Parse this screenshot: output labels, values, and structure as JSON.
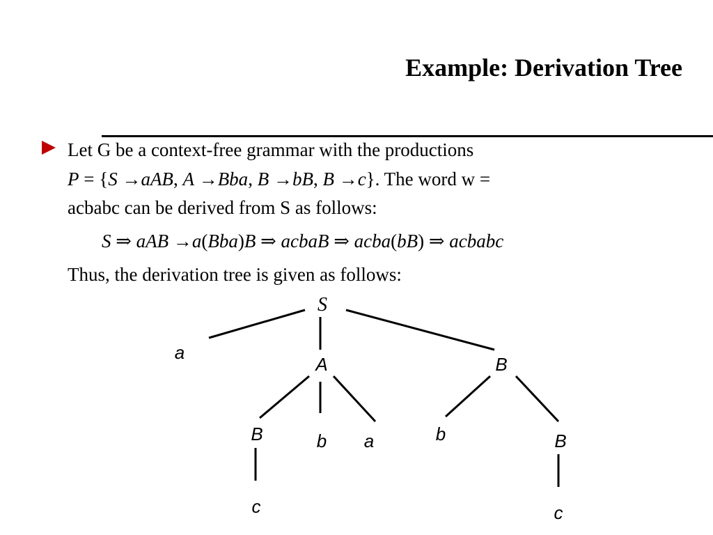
{
  "slide": {
    "title": "Example: Derivation Tree",
    "bullet_color": "#c00000",
    "intro": "Let G be a context-free grammar with the productions",
    "productions": {
      "p": "P",
      "eq_open": " = {",
      "r1_lhs": "S",
      "arrow": " →",
      "r1_rhs": "aAB",
      "comma": ", ",
      "r2_lhs": "A",
      "r2_rhs": "Bba",
      "r3_lhs": "B",
      "r3_rhs": "bB",
      "r4_lhs": "B",
      "r4_rhs": "c",
      "close": "}",
      "tail": ". The word w ="
    },
    "word_line": "acbabc can be derived from S as follows:",
    "derivation": {
      "s": "S",
      "d1": " ⇒ ",
      "t1": "aAB",
      "a1": " →",
      "t2a": "a",
      "t2b": "(",
      "t2c": "Bba",
      "t2d": ")",
      "t2e": "B",
      "d2": " ⇒ ",
      "t3": "acbaB",
      "d3": " ⇒ ",
      "t4a": "acba",
      "t4b": "(",
      "t4c": "bB",
      "t4d": ")",
      "d4": " ⇒ ",
      "t5": "acbabc"
    },
    "conclusion": "Thus, the derivation tree is given as follows:"
  },
  "tree": {
    "nodes": {
      "root": "S",
      "a": "a",
      "A": "A",
      "B_right": "B",
      "B_left": "B",
      "b_mid": "b",
      "a_right": "a",
      "b_right": "b",
      "B_bottom": "B",
      "c_left": "c",
      "c_right": "c"
    }
  }
}
